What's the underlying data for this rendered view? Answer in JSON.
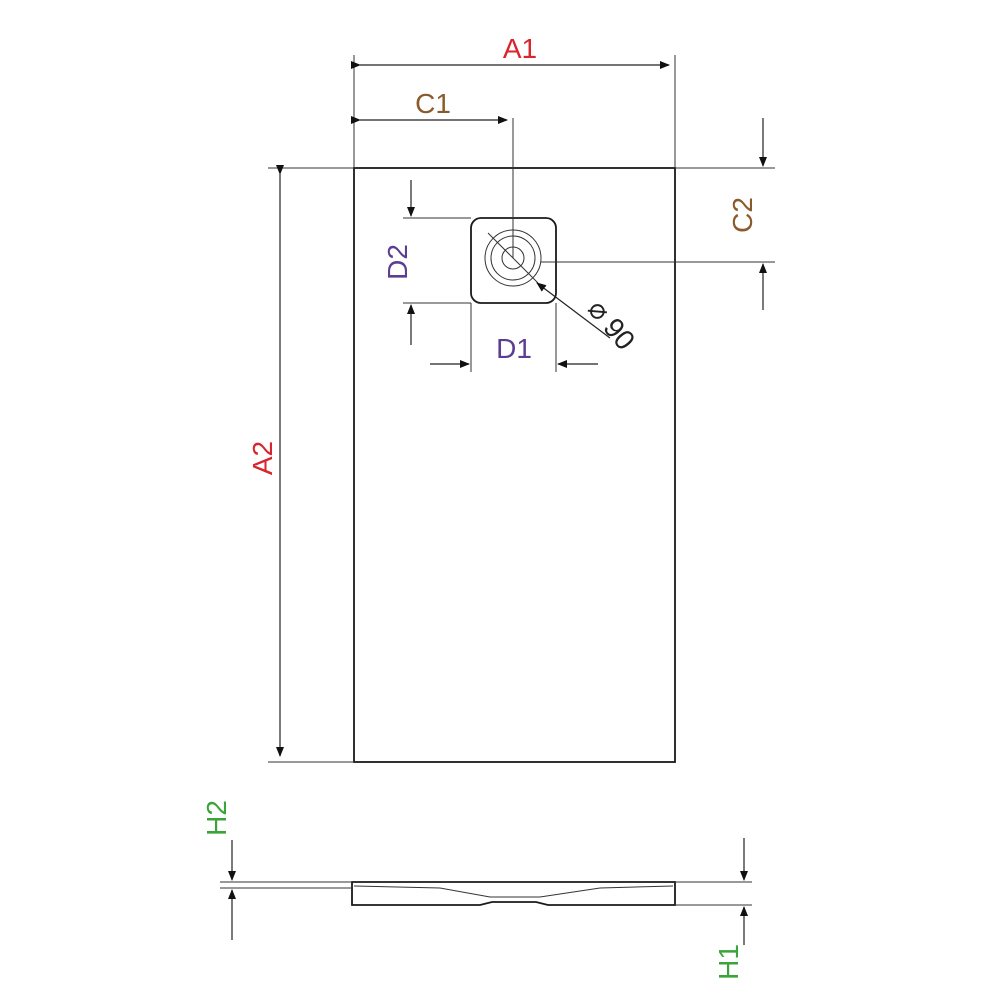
{
  "labels": {
    "a1": "A1",
    "a2": "A2",
    "c1": "C1",
    "c2": "C2",
    "d1": "D1",
    "d2": "D2",
    "h1": "H1",
    "h2": "H2",
    "diameter_symbol": "⌀",
    "diameter_value": "90"
  },
  "colors": {
    "a": "#d9262c",
    "c": "#8b5a2b",
    "d": "#5b3d94",
    "h": "#3aa33a",
    "line": "#222222"
  }
}
